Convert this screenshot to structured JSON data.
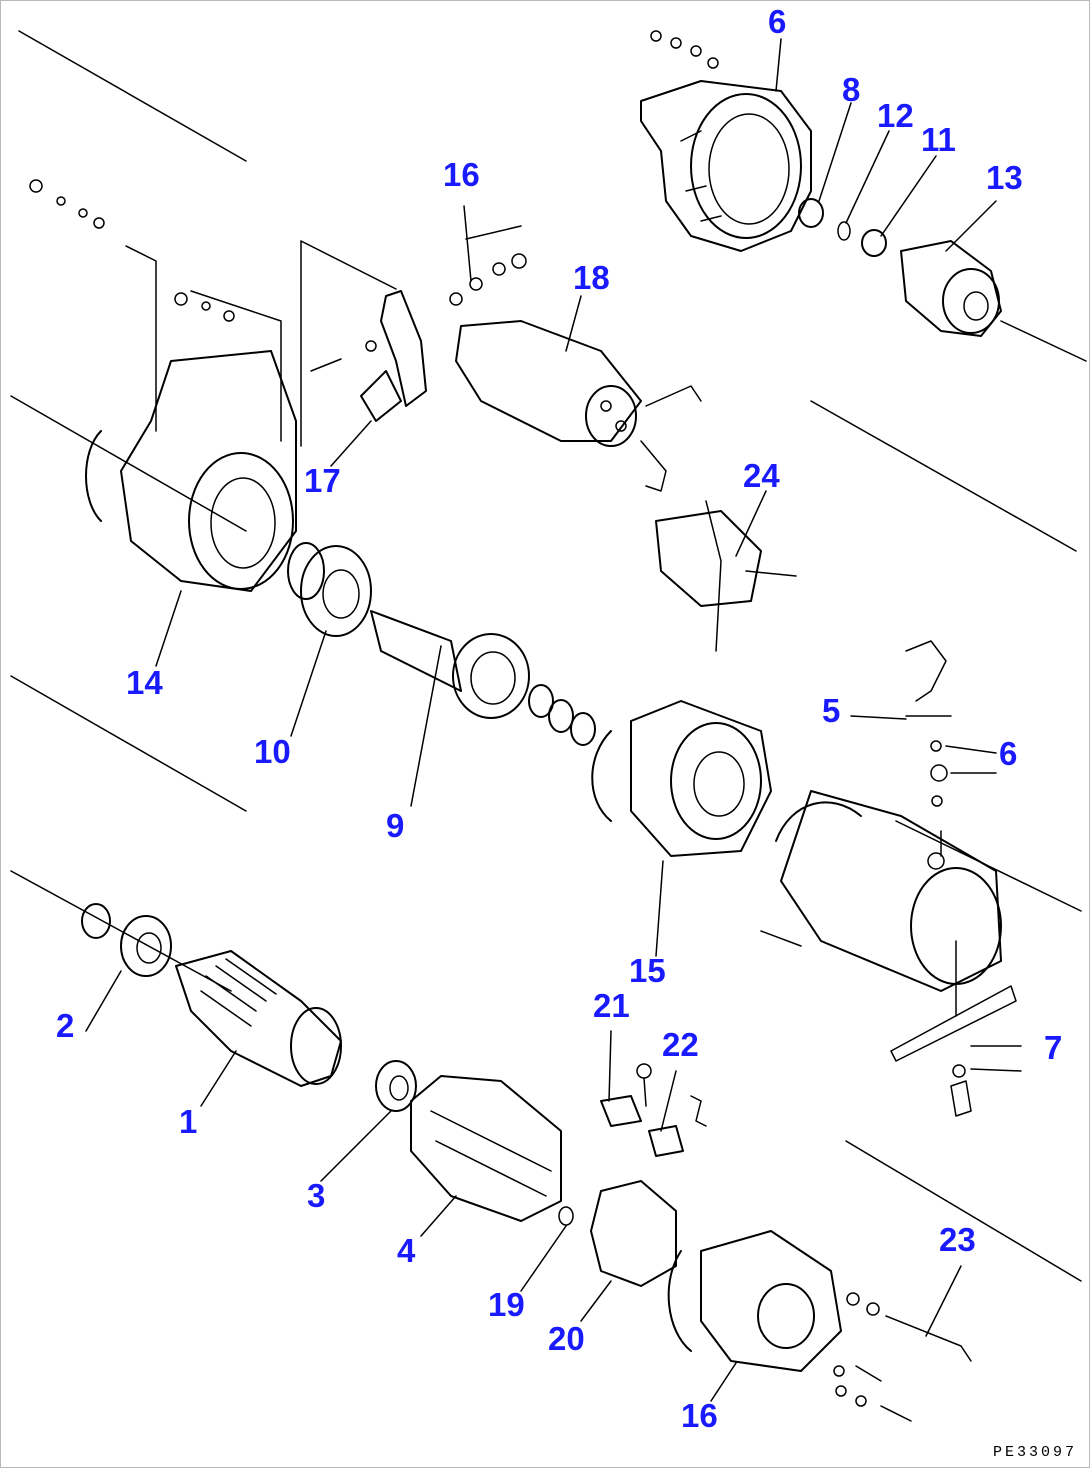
{
  "diagram": {
    "drawing_code": "PE33097",
    "callouts": [
      {
        "id": "c1",
        "text": "1"
      },
      {
        "id": "c2",
        "text": "2"
      },
      {
        "id": "c3",
        "text": "3"
      },
      {
        "id": "c4",
        "text": "4"
      },
      {
        "id": "c5",
        "text": "5"
      },
      {
        "id": "c6a",
        "text": "6"
      },
      {
        "id": "c6b",
        "text": "6"
      },
      {
        "id": "c7",
        "text": "7"
      },
      {
        "id": "c8",
        "text": "8"
      },
      {
        "id": "c9",
        "text": "9"
      },
      {
        "id": "c10",
        "text": "10"
      },
      {
        "id": "c11",
        "text": "11"
      },
      {
        "id": "c12",
        "text": "12"
      },
      {
        "id": "c13",
        "text": "13"
      },
      {
        "id": "c14",
        "text": "14"
      },
      {
        "id": "c15",
        "text": "15"
      },
      {
        "id": "c16a",
        "text": "16"
      },
      {
        "id": "c16b",
        "text": "16"
      },
      {
        "id": "c17",
        "text": "17"
      },
      {
        "id": "c18",
        "text": "18"
      },
      {
        "id": "c19",
        "text": "19"
      },
      {
        "id": "c20",
        "text": "20"
      },
      {
        "id": "c21",
        "text": "21"
      },
      {
        "id": "c22",
        "text": "22"
      },
      {
        "id": "c23",
        "text": "23"
      },
      {
        "id": "c24",
        "text": "24"
      }
    ],
    "colors": {
      "callout": "#1a1aff",
      "line": "#000000",
      "background": "#ffffff"
    }
  }
}
